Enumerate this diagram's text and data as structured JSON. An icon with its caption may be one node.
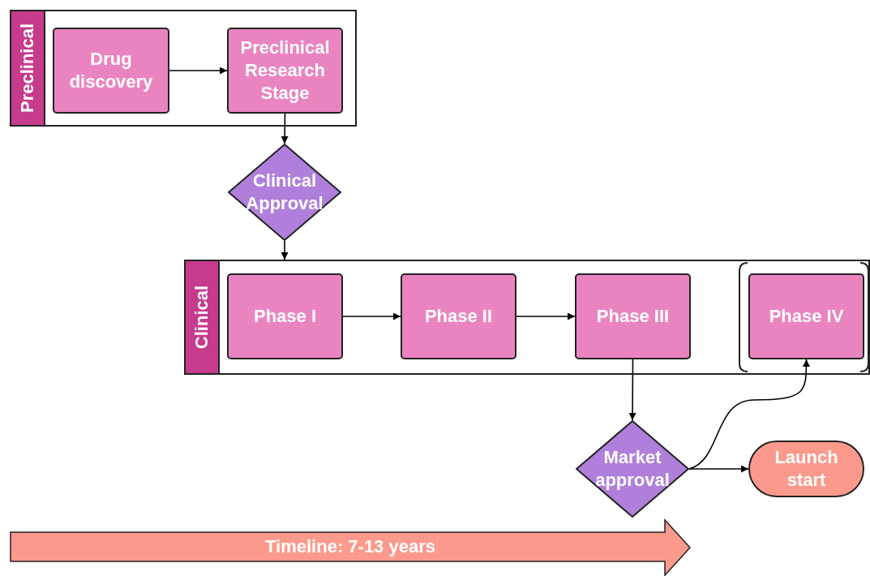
{
  "diagram": {
    "nodes": [
      {
        "text": [
          "Preclinical"
        ]
      },
      {
        "text": [
          "Drug discovery"
        ],
        "in": 0
      },
      {
        "text": [
          "Preclinical Research Stage"
        ],
        "in": 0
      },
      {
        "text": [
          "Clinical Approval"
        ]
      },
      {
        "text": [
          "Clinical"
        ]
      },
      {
        "text": [
          "Phase I"
        ],
        "in": 4
      },
      {
        "text": [
          "Phase II"
        ],
        "in": 4
      },
      {
        "text": [
          "Phase III"
        ],
        "in": 4
      },
      {
        "text": [
          "Phase IV"
        ],
        "in": 4
      },
      {
        "text": [
          "Market approval"
        ]
      },
      {
        "text": [
          "Launch start"
        ]
      },
      {
        "text": [
          "Timeline: 7-13 years"
        ]
      }
    ],
    "edges": [
      {
        "from": 1,
        "to": 2,
        "arrow": "to"
      },
      {
        "from": 2,
        "to": 3,
        "arrow": "to"
      },
      {
        "from": 3,
        "to": 4,
        "arrow": "to"
      },
      {
        "from": 5,
        "to": 6,
        "arrow": "to"
      },
      {
        "from": 6,
        "to": 7,
        "arrow": "to"
      },
      {
        "from": 7,
        "to": 9,
        "arrow": "to"
      },
      {
        "from": 9,
        "to": 8,
        "arrow": "to"
      },
      {
        "from": 9,
        "to": 10,
        "arrow": "to"
      }
    ]
  }
}
